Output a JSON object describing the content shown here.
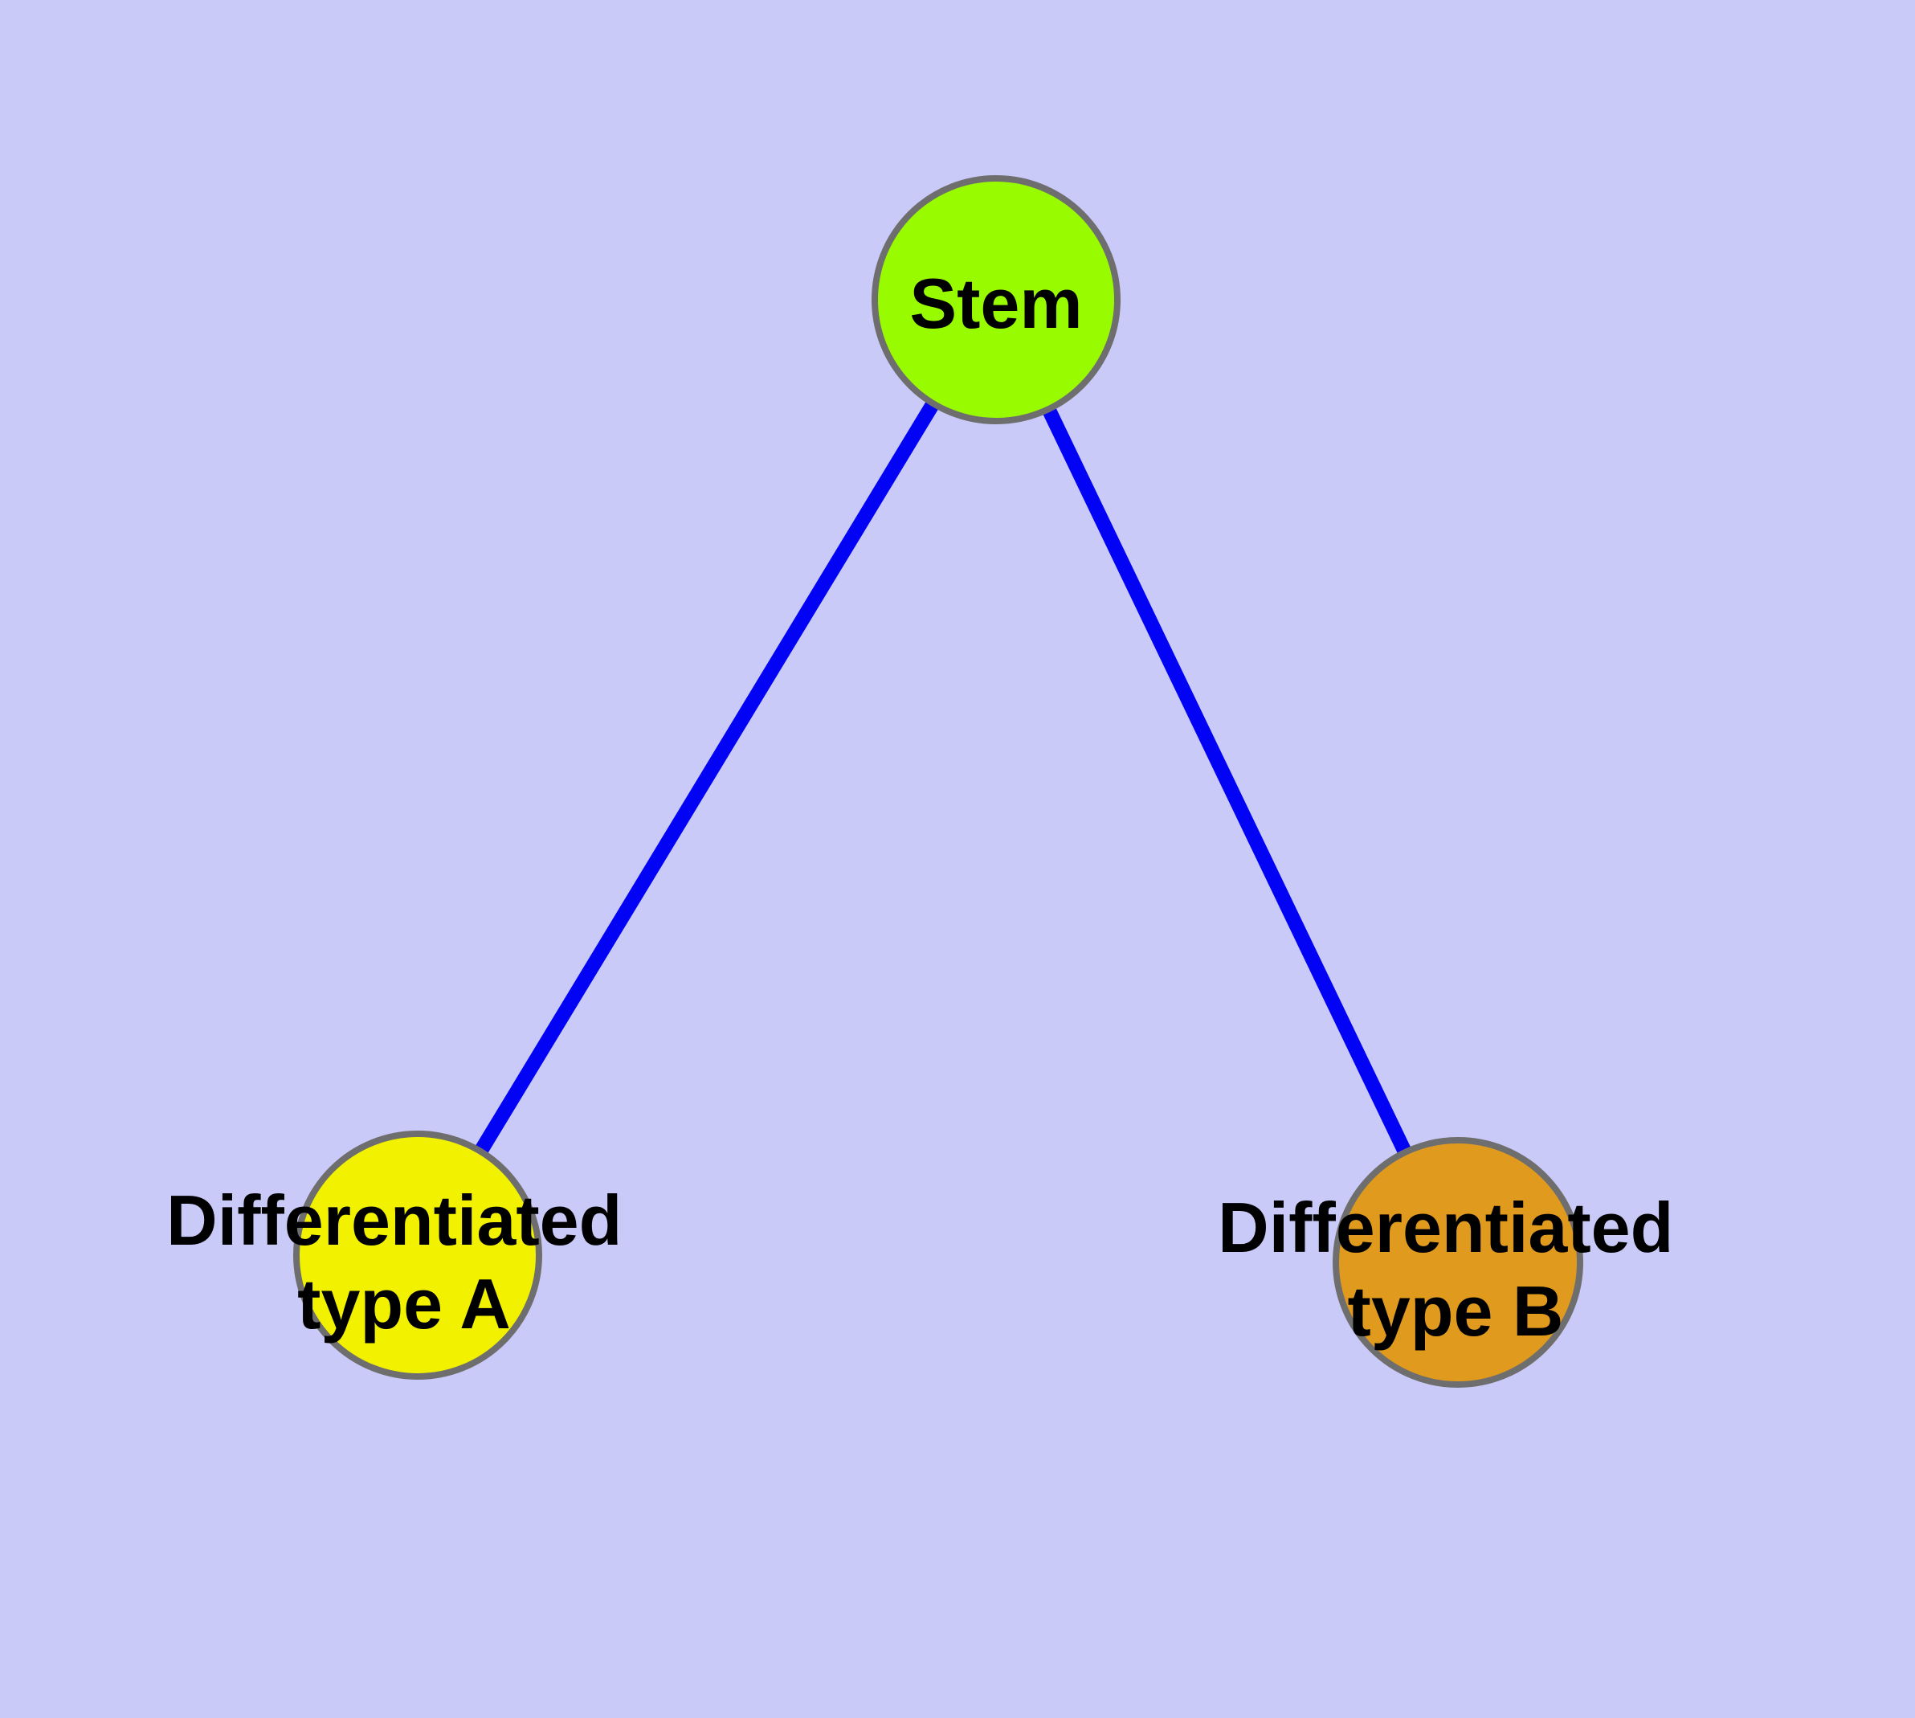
{
  "diagram": {
    "background_color": "#CACAF8",
    "edge_color": "#0202F5",
    "node_border_color": "#6E6E6E",
    "text_color": "#000000",
    "nodes": {
      "stem": {
        "label": "Stem",
        "fill": "#99FB00"
      },
      "type_a": {
        "label_line1": "Differentiated",
        "label_line2": "type A",
        "fill": "#F2F200"
      },
      "type_b": {
        "label_line1": "Differentiated",
        "label_line2": "type B",
        "fill": "#E09A1E"
      }
    },
    "edges": [
      {
        "from": "Stem",
        "to": "Differentiated type A"
      },
      {
        "from": "Stem",
        "to": "Differentiated type B"
      }
    ]
  }
}
